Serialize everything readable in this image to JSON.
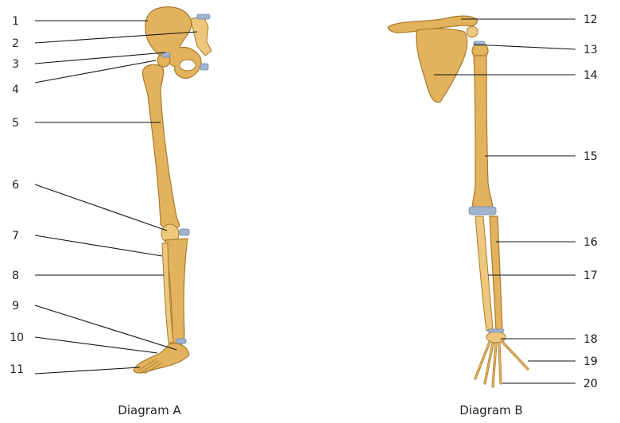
{
  "diagram_a": {
    "caption": "Diagram A",
    "labels": [
      "1",
      "2",
      "3",
      "4",
      "5",
      "6",
      "7",
      "8",
      "9",
      "10",
      "11"
    ]
  },
  "diagram_b": {
    "caption": "Diagram B",
    "labels": [
      "12",
      "13",
      "14",
      "15",
      "16",
      "17",
      "18",
      "19",
      "20"
    ]
  },
  "colors": {
    "bone": "#e3b25c",
    "bone_outline": "#a87a2e",
    "cartilage": "#9fb4cf",
    "leader_line": "#111111"
  }
}
